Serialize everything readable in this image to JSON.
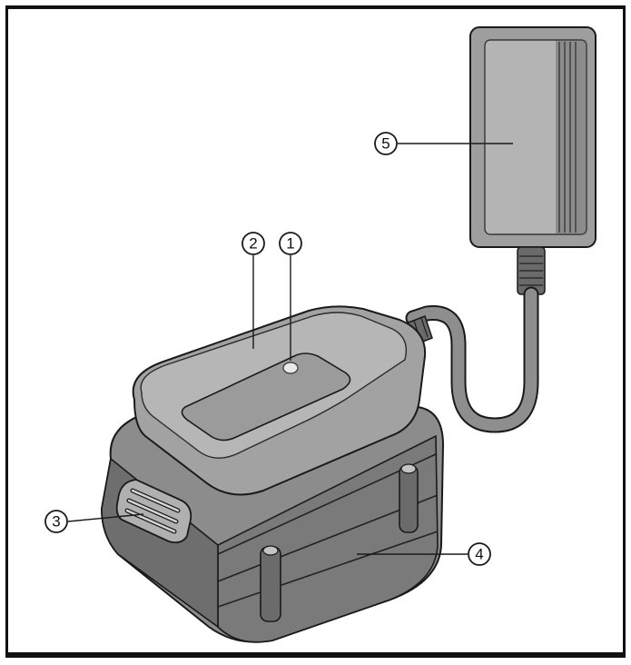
{
  "figure": {
    "callouts": [
      {
        "id": "1",
        "label": "1"
      },
      {
        "id": "2",
        "label": "2"
      },
      {
        "id": "3",
        "label": "3"
      },
      {
        "id": "4",
        "label": "4"
      },
      {
        "id": "5",
        "label": "5"
      }
    ]
  },
  "colors": {
    "frame": "#111111",
    "line": "#1a1a1a",
    "body_light": "#9a9a9a",
    "body_mid": "#7c7c7c",
    "body_dark": "#555555",
    "top_light": "#b0b0b0",
    "highlight": "#d9d9d9",
    "adapter_fill": "#a7a7a7"
  }
}
